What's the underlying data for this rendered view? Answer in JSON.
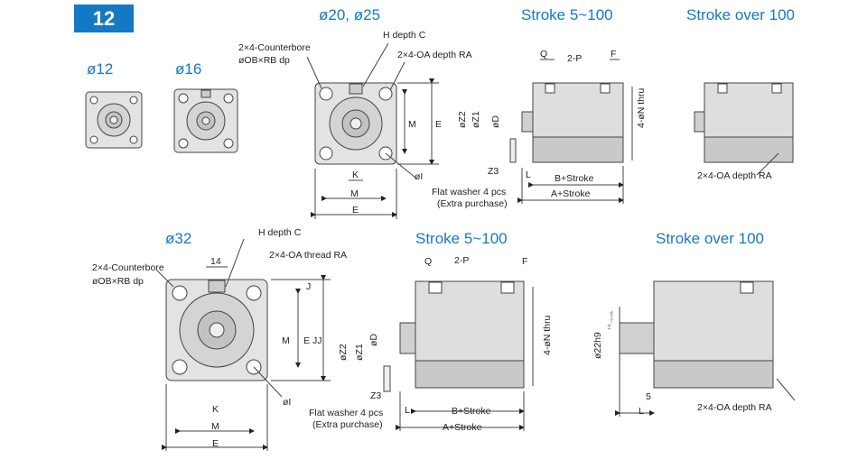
{
  "badge": "12",
  "headings": {
    "d12": "ø12",
    "d16": "ø16",
    "d20_25": "ø20, ø25",
    "stroke_5_100_top": "Stroke 5~100",
    "stroke_over_100_top": "Stroke over 100",
    "d32": "ø32",
    "stroke_5_100_bottom": "Stroke 5~100",
    "stroke_over_100_bottom": "Stroke over 100"
  },
  "labels": {
    "counterbore": "2×4-Counterbore",
    "ob_rb": "øOB×RB dp",
    "h_depth": "H depth C",
    "oa_depth_ra": "2×4-OA depth RA",
    "oa_thread_ra": "2×4-OA thread RA",
    "m": "M",
    "e": "E",
    "k": "K",
    "j": "J",
    "jj": "JJ",
    "phi_i": "øI",
    "fourteen": "14",
    "q": "Q",
    "two_p": "2-P",
    "f": "F",
    "n_thru": "4-øN thru",
    "z2": "øZ2",
    "z1": "øZ1",
    "d": "øD",
    "z3": "Z3",
    "l": "L",
    "b_stroke": "B+Stroke",
    "a_stroke": "A+Stroke",
    "washer1": "Flat washer 4 pcs",
    "washer2": "(Extra purchase)",
    "phi22": "ø22h9",
    "tol": "⁺⁰₋₀.₀₅",
    "five": "5"
  }
}
